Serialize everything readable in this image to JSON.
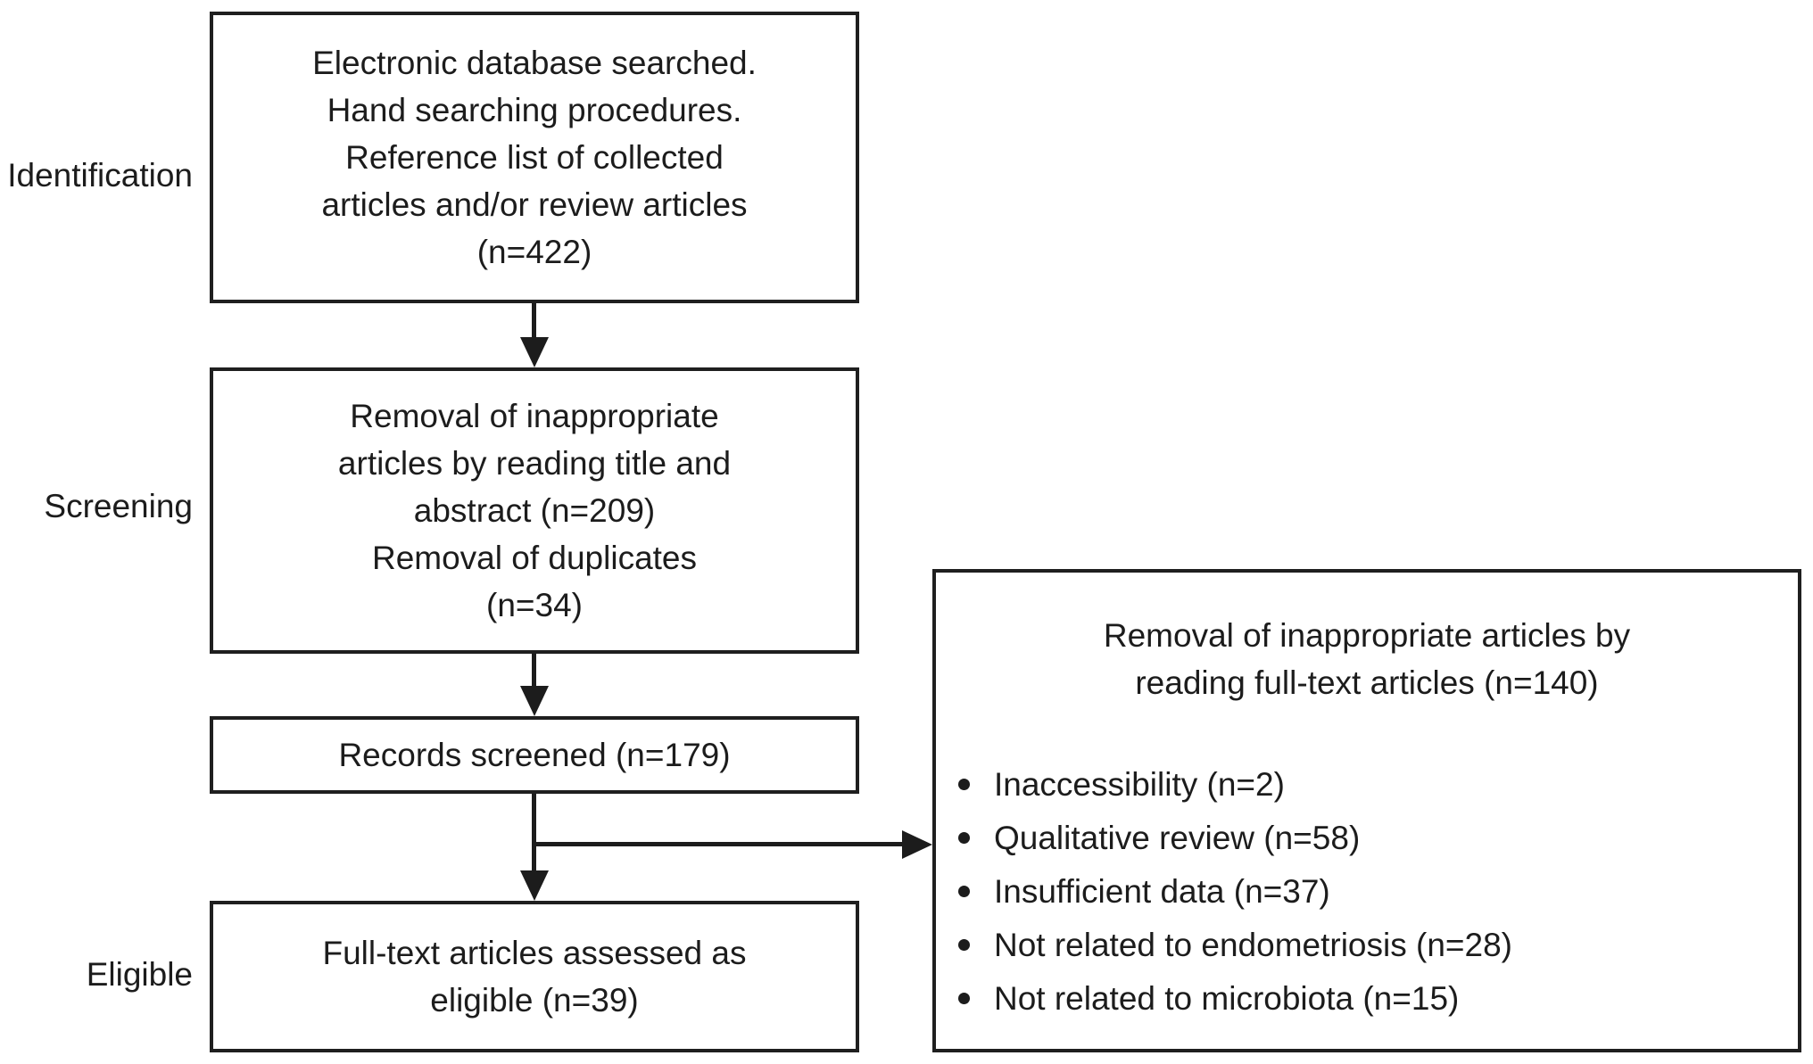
{
  "diagram": {
    "stages": {
      "identification": "Identification",
      "screening": "Screening",
      "eligible": "Eligible"
    },
    "identification_box": {
      "lines": [
        "Electronic database searched.",
        "Hand searching procedures.",
        "Reference list of collected",
        "articles and/or review articles",
        "(n=422)"
      ]
    },
    "screening_box": {
      "lines": [
        "Removal of inappropriate",
        "articles by reading title and",
        "abstract (n=209)",
        "Removal of duplicates",
        "(n=34)"
      ]
    },
    "records_box": {
      "text": "Records screened (n=179)"
    },
    "eligible_box": {
      "lines": [
        "Full-text articles assessed as",
        "eligible (n=39)"
      ]
    },
    "exclusion_box": {
      "title_lines": [
        "Removal of inappropriate articles by",
        "reading full-text articles (n=140)"
      ],
      "bullets": [
        "Inaccessibility (n=2)",
        "Qualitative review (n=58)",
        "Insufficient data (n=37)",
        "Not related to endometriosis (n=28)",
        "Not related to microbiota (n=15)"
      ]
    },
    "colors": {
      "line": "#1c1c1c",
      "text": "#1c1c1c",
      "background": "#ffffff"
    }
  }
}
